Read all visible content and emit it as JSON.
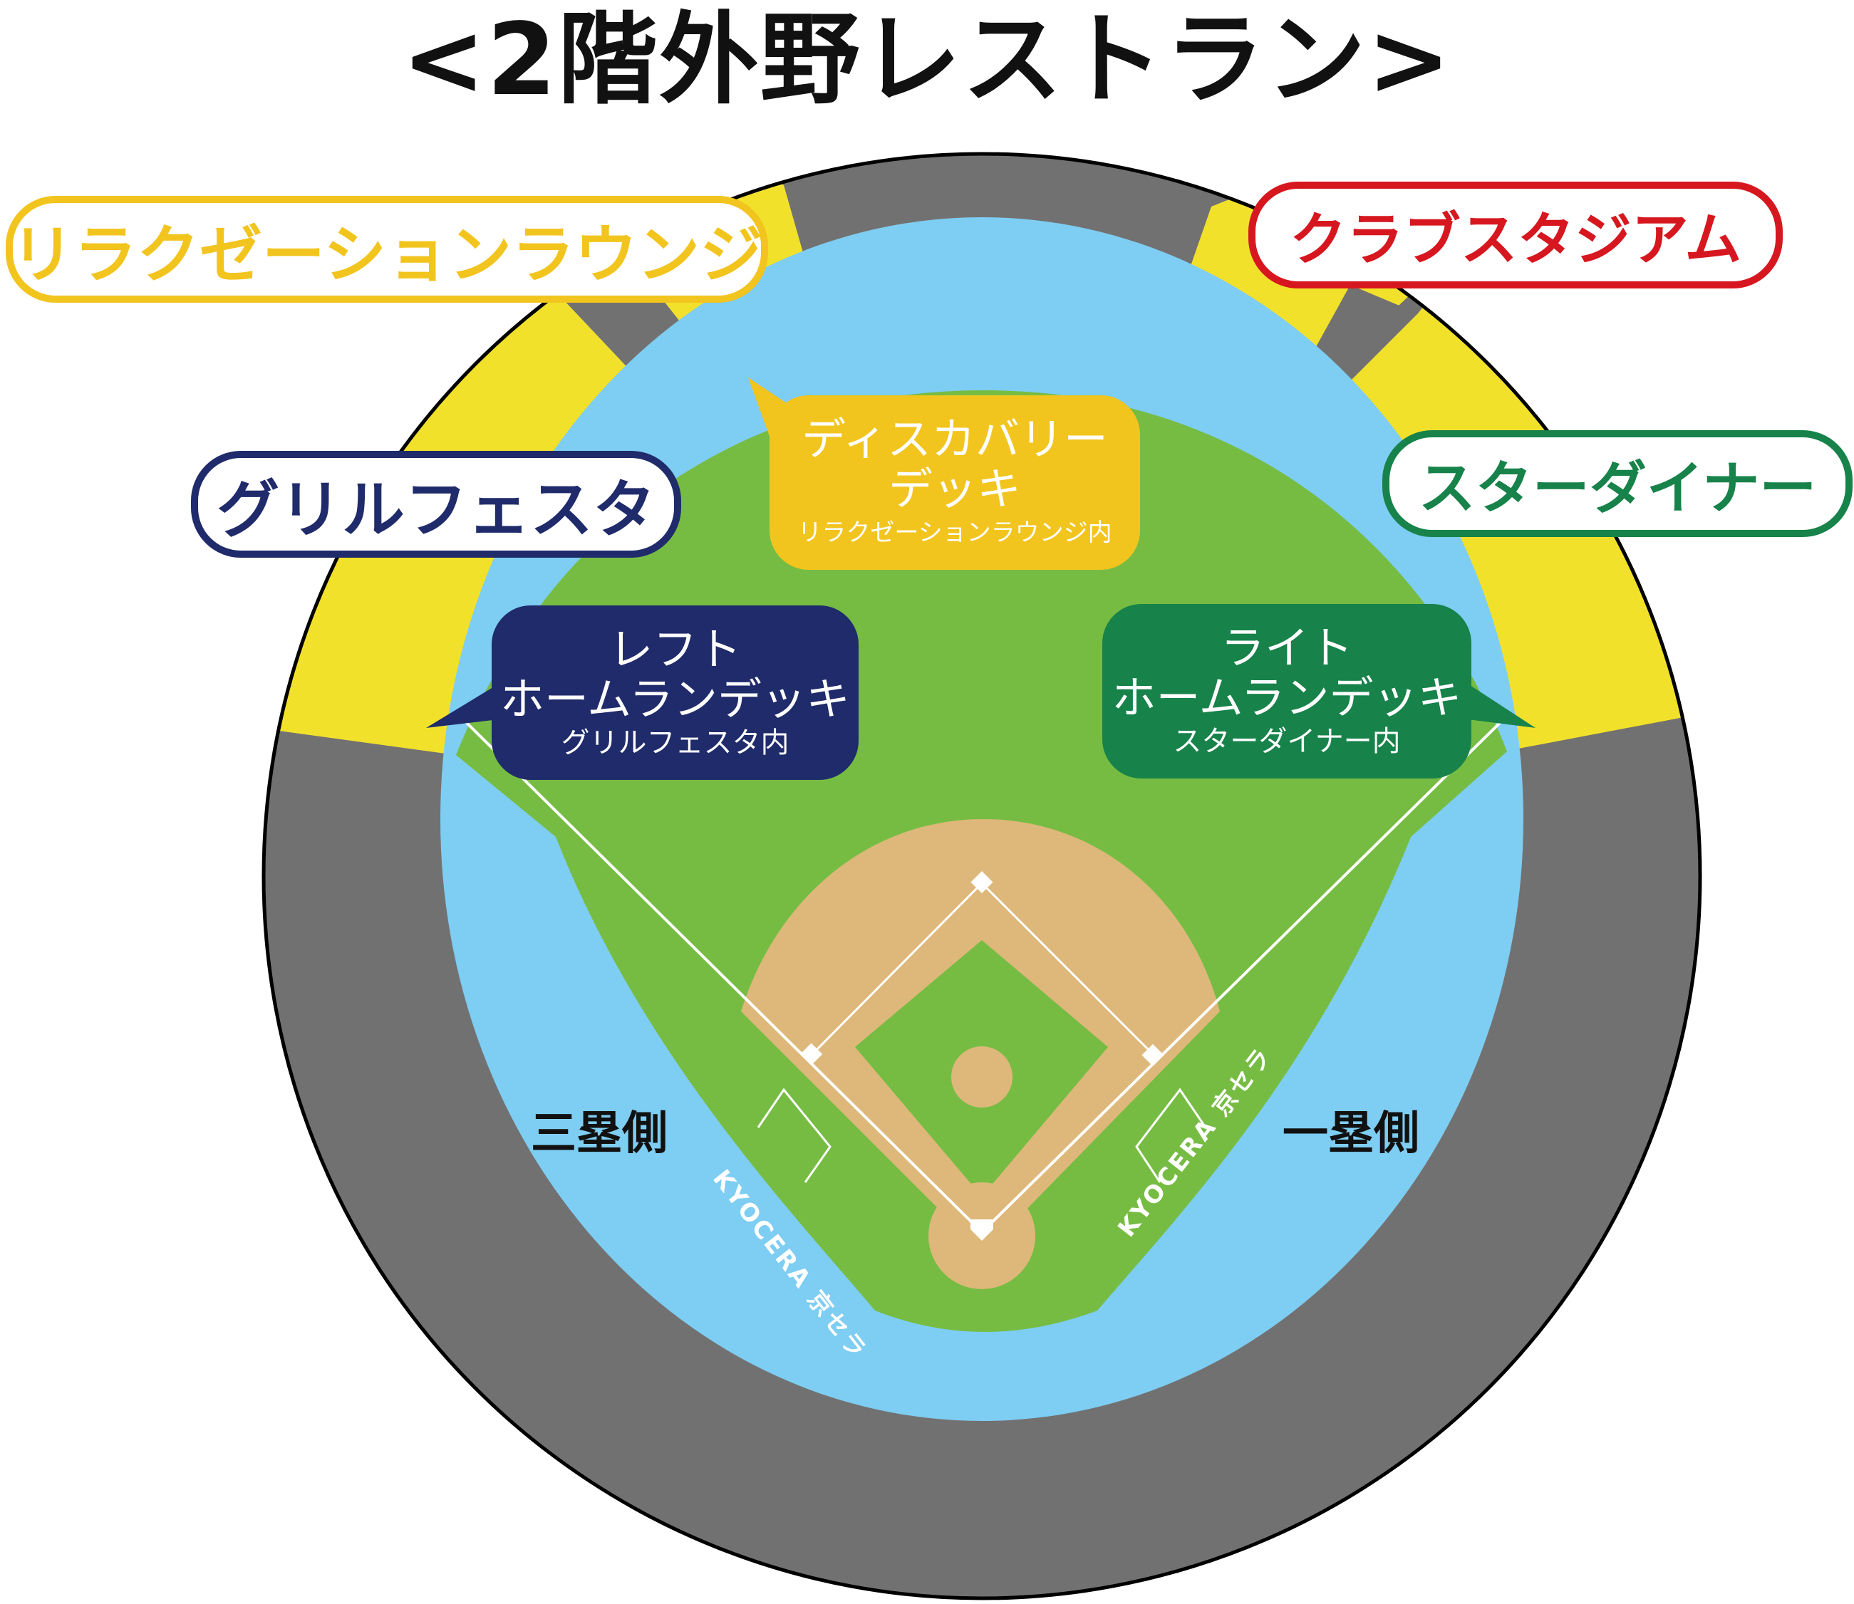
{
  "title": "<2階外野レストラン>",
  "colors": {
    "seat_gray": "#727171",
    "restaurant_yellow": "#f2e12b",
    "outfield_green": "#76bc43",
    "field_blue": "#7ecdf2",
    "infield_tan": "#ddb87a",
    "relax_yellow": "#f2c41e",
    "grill_navy": "#1f2b6a",
    "club_red": "#d7171f",
    "star_green": "#17824a"
  },
  "area_labels": {
    "relaxation_lounge": "リラクゼーションラウンジ",
    "grill_festa": "グリルフェスタ",
    "club_stadium": "クラブスタジアム",
    "star_diner": "スターダイナー"
  },
  "callouts": {
    "discovery_deck": {
      "line1": "ディスカバリー",
      "line2": "デッキ",
      "sub": "リラクゼーションラウンジ内"
    },
    "left_hr_deck": {
      "line1": "レフト",
      "line2": "ホームランデッキ",
      "sub": "グリルフェスタ内"
    },
    "right_hr_deck": {
      "line1": "ライト",
      "line2": "ホームランデッキ",
      "sub": "スターダイナー内"
    }
  },
  "sides": {
    "third_base": "三塁側",
    "first_base": "一塁側"
  },
  "sponsor": {
    "left": "KYOCERA 京セラ",
    "right": "KYOCERA 京セラ"
  }
}
